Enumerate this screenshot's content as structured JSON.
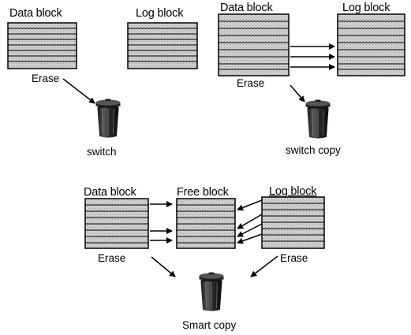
{
  "scenes": {
    "switch": {
      "data_block_label": "Data block",
      "log_block_label": "Log block",
      "erase_label": "Erase",
      "caption": "switch"
    },
    "switch_copy": {
      "data_block_label": "Data block",
      "log_block_label": "Log block",
      "erase_label": "Erase",
      "caption": "switch copy"
    },
    "smart_copy": {
      "data_block_label": "Data block",
      "free_block_label": "Free block",
      "log_block_label": "Log block",
      "erase_left_label": "Erase",
      "erase_right_label": "Erase",
      "caption": "Smart copy"
    }
  },
  "icons": {
    "trash": "trash-can-icon"
  },
  "colors": {
    "ink": "#000000",
    "block_fill": "#d6d6d6",
    "stripe": "#ffffff"
  }
}
